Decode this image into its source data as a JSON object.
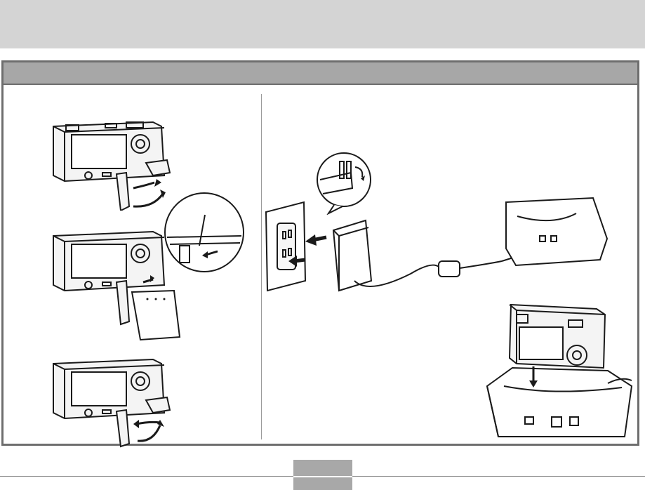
{
  "page": {
    "header_band": {},
    "panel": {},
    "footer": {}
  },
  "illustrations": {
    "left": [
      "camera-open-battery-cover",
      "camera-insert-battery",
      "camera-close-battery-cover"
    ],
    "right": [
      "ac-adaptor-wall-outlet",
      "usb-cradle-cable",
      "camera-on-cradle"
    ]
  },
  "colors": {
    "band": "#d4d4d4",
    "panel_header": "#a7a7a7",
    "panel_border": "#6e6e6e",
    "page_tab": "#a8a8a8",
    "line_art": "#1a1a1a"
  }
}
